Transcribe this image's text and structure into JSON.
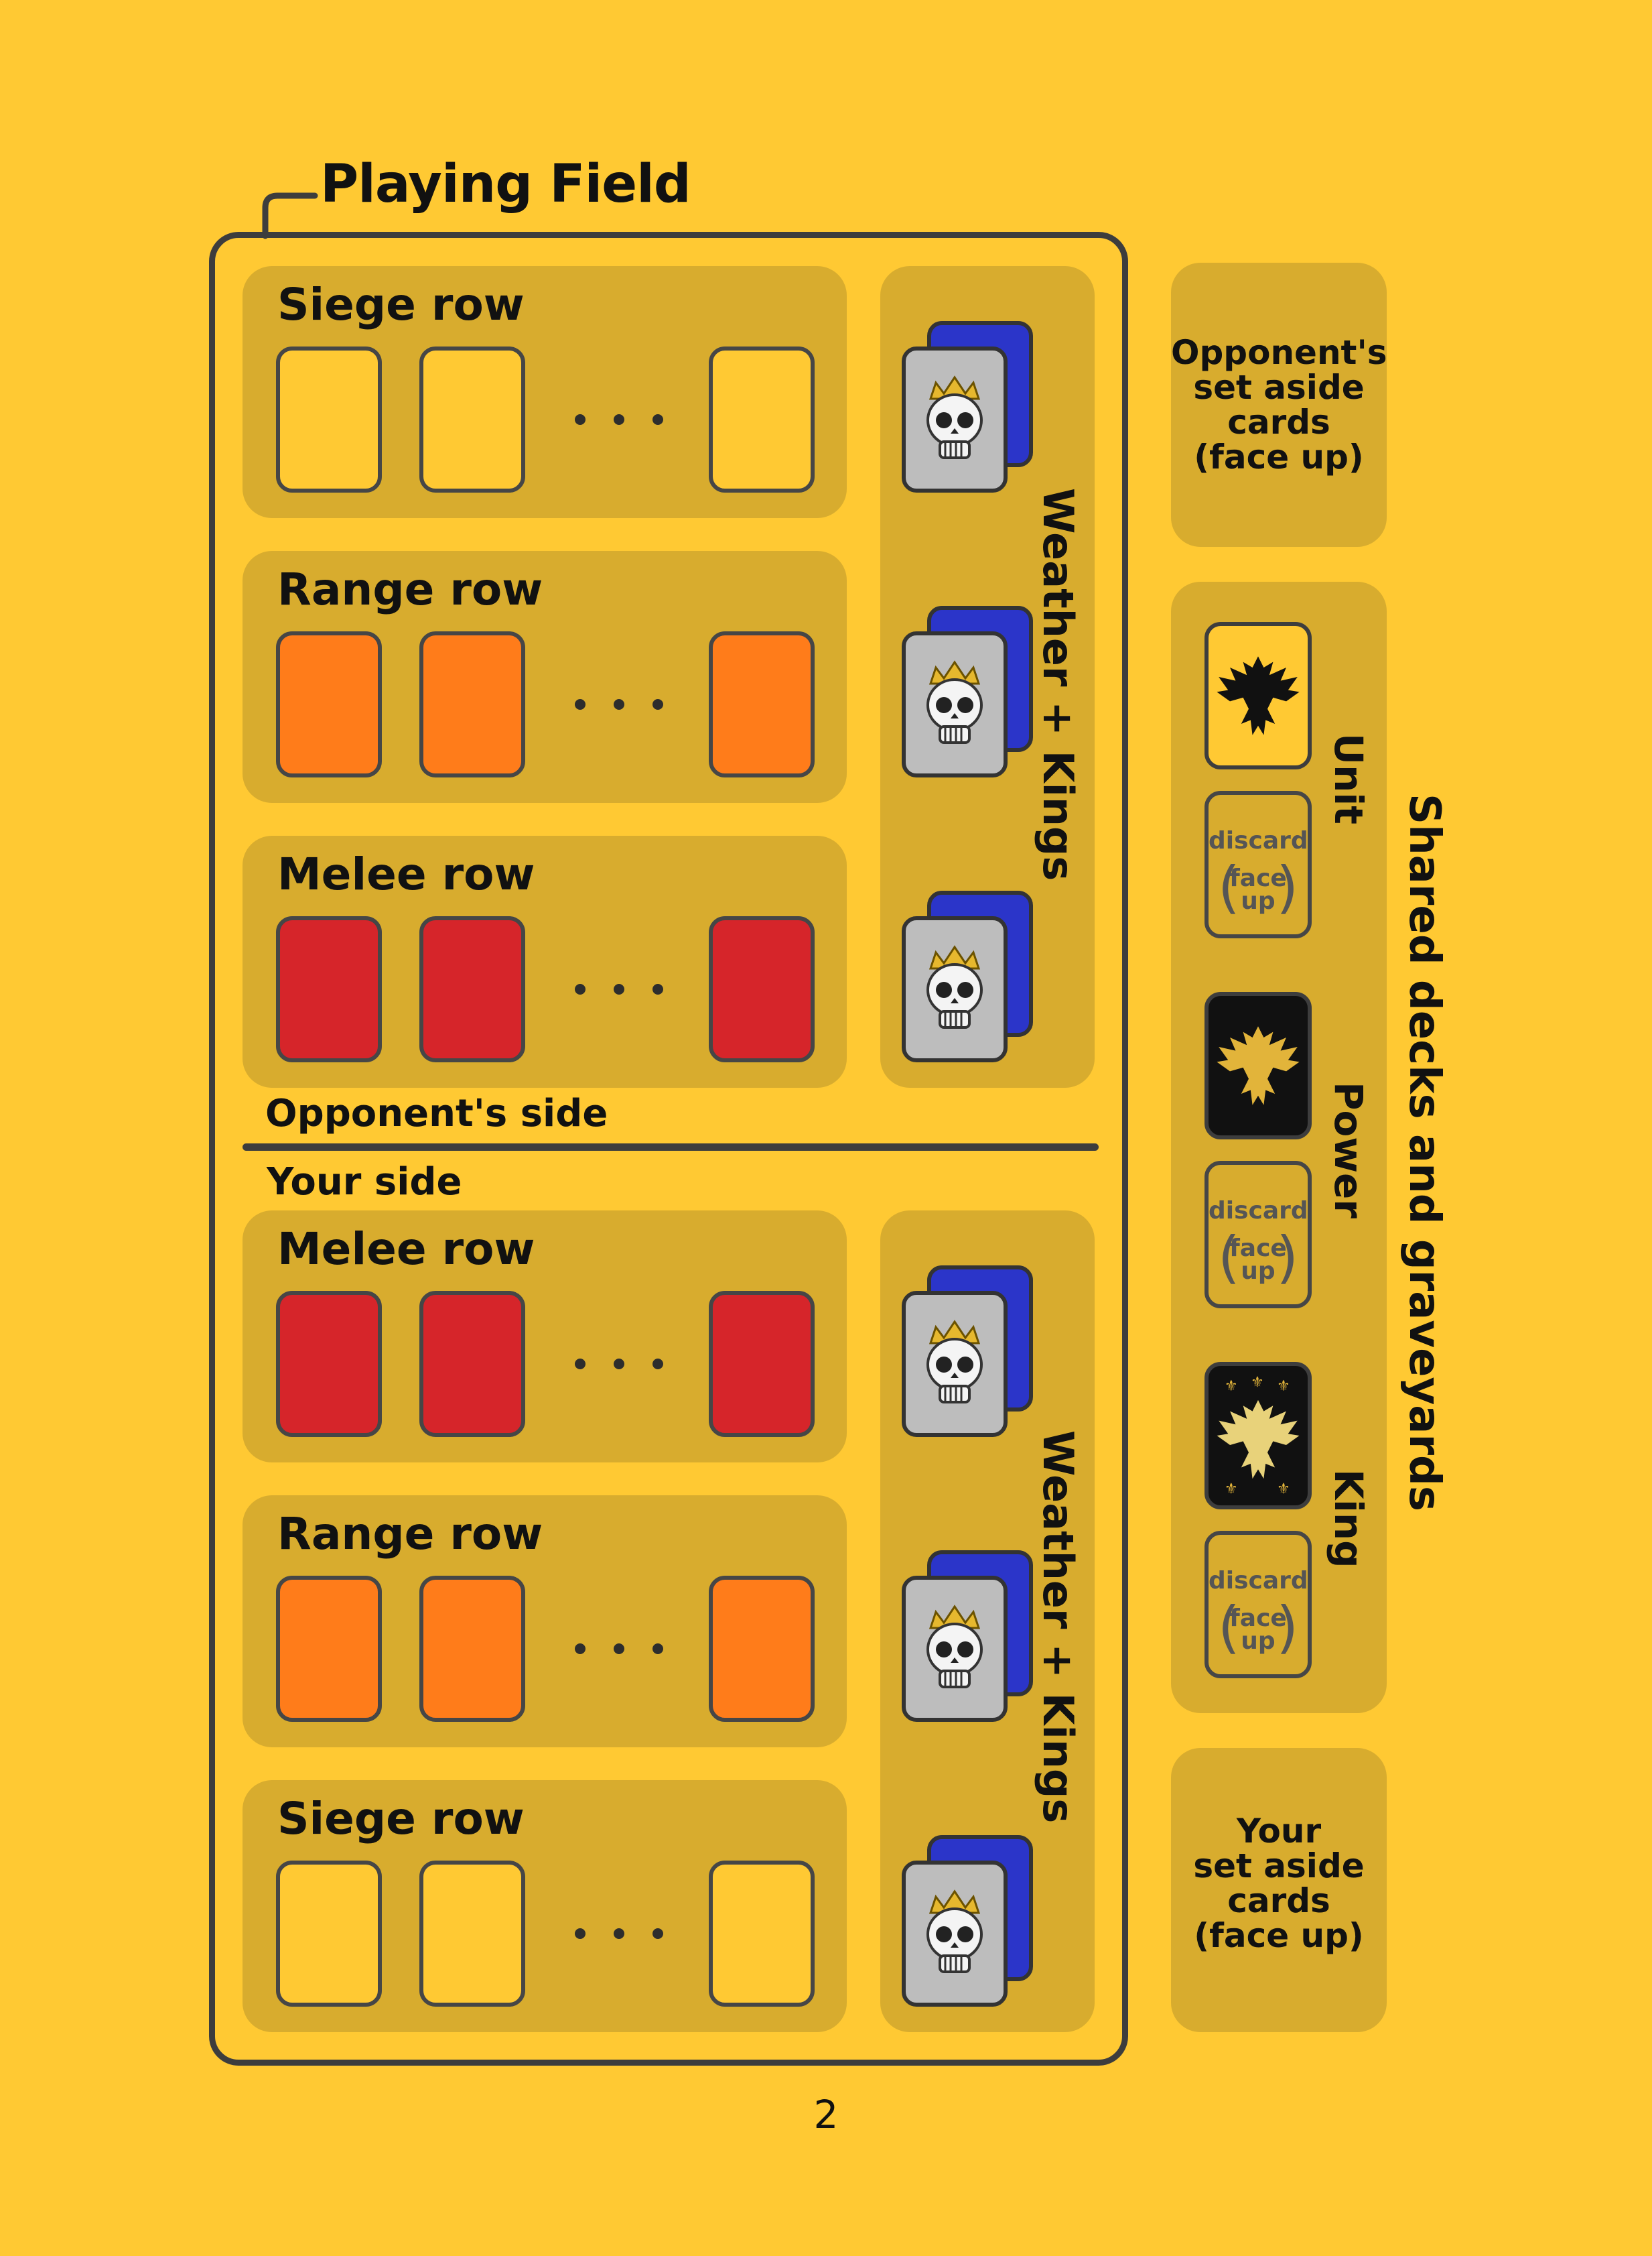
{
  "title": "Playing Field",
  "page_number": "2",
  "opponent_side_label": "Opponent's side",
  "your_side_label": "Your side",
  "opponent_rows": [
    {
      "label": "Siege row",
      "color": "#FFC933"
    },
    {
      "label": "Range row",
      "color": "#FF7C1A"
    },
    {
      "label": "Melee row",
      "color": "#D6252A"
    }
  ],
  "your_rows": [
    {
      "label": "Melee row",
      "color": "#D6252A"
    },
    {
      "label": "Range row",
      "color": "#FF7C1A"
    },
    {
      "label": "Siege row",
      "color": "#FFC933"
    }
  ],
  "weather_label": "Weather + Kings",
  "opponent_set_aside": [
    "Opponent's",
    "set aside",
    "cards",
    "(face up)"
  ],
  "your_set_aside": [
    "Your",
    "set aside",
    "cards",
    "(face up)"
  ],
  "shared_label": "Shared decks and graveyards",
  "decks": [
    {
      "label": "Unit",
      "card_style": "yellow",
      "icon": "eagle-icon"
    },
    {
      "label": "Power",
      "card_style": "black-gold",
      "icon": "eagle-icon"
    },
    {
      "label": "King",
      "card_style": "black-fleur",
      "icon": "eagle-icon"
    }
  ],
  "discard": {
    "word": "discard",
    "face": "face",
    "up": "up"
  },
  "colors": {
    "background": "#FFC933",
    "panel": "#D8AC2E",
    "card_back": "#2B35C9",
    "outline": "#3D3D3D"
  }
}
